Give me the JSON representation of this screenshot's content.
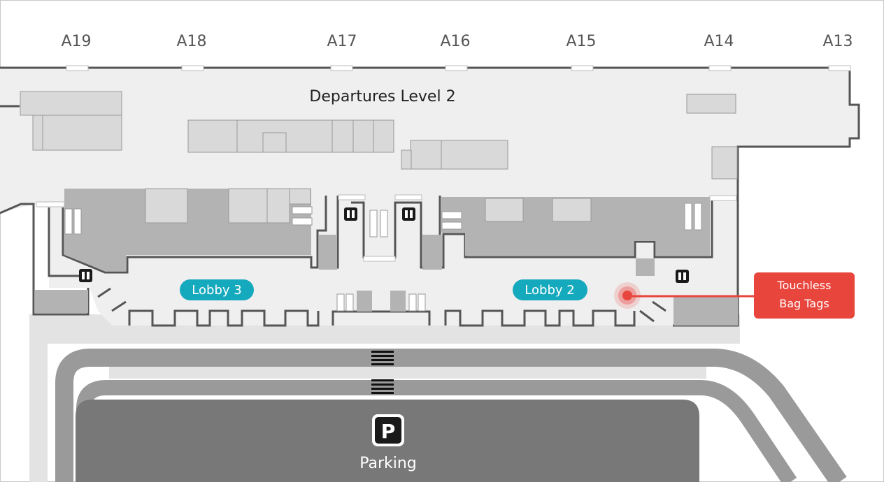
{
  "gates": [
    "A19",
    "A18",
    "A17",
    "A16",
    "A15",
    "A14",
    "A13"
  ],
  "level_title": "Departures Level 2",
  "lobbies": [
    "Lobby 3",
    "Lobby 2"
  ],
  "callout": {
    "line1": "Touchless",
    "line2": "Bag Tags"
  },
  "parking": {
    "letter": "P",
    "label": "Parking"
  },
  "colors": {
    "floor": "#efefef",
    "wall": "#555555",
    "block": "#d6d6d6",
    "block_dark": "#b3b3b3",
    "lobby_badge": "#14a9bd",
    "callout": "#e8453c",
    "road": "#9a9a9a",
    "parking_lot": "#787878",
    "walkway": "#e3e3e3"
  },
  "icons": [
    "elevator-icon",
    "stairs-icon",
    "parking-icon",
    "location-marker-icon",
    "crosswalk-icon"
  ]
}
